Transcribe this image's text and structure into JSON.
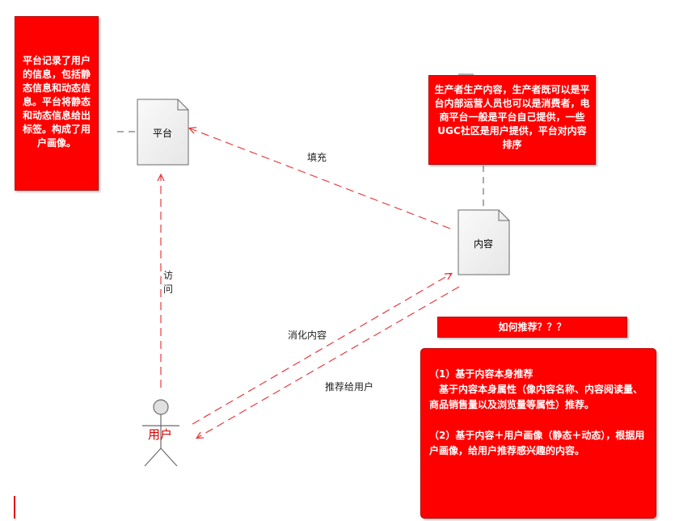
{
  "nodes": {
    "platform": {
      "label": "平台"
    },
    "content": {
      "label": "内容"
    },
    "user": {
      "label": "用户"
    }
  },
  "edges": {
    "fill": "填充",
    "visit": "访问",
    "consume": "消化内容",
    "recommend": "推荐给用户"
  },
  "notes": {
    "user_profile": "平台记录了用户的信息，包括静态信息和动态信息。平台将静态和动态信息给出标签。构成了用户画像。",
    "producer": "生产者生产内容，生产者既可以是平台内部运营人员也可以是消费者，电商平台一般是平台自己提供，一些UGC社区是用户提供，平台对内容排序",
    "question": "如何推荐？？？",
    "answer": {
      "line1": "（1）基于内容本身推荐",
      "line2": "　基于内容本身属性（像内容名称、内容阅读量、商品销售量以及浏览量等属性）推荐。",
      "line3": "（2）基于内容＋用户画像（静态＋动态），根据用户画像，给用户推荐感兴趣的内容。"
    }
  },
  "colors": {
    "accent": "#ff0000",
    "arrow": "#e8393c",
    "doc_fill": "#f2f2f2",
    "doc_stroke": "#6a6a6a",
    "connector": "#555555"
  }
}
